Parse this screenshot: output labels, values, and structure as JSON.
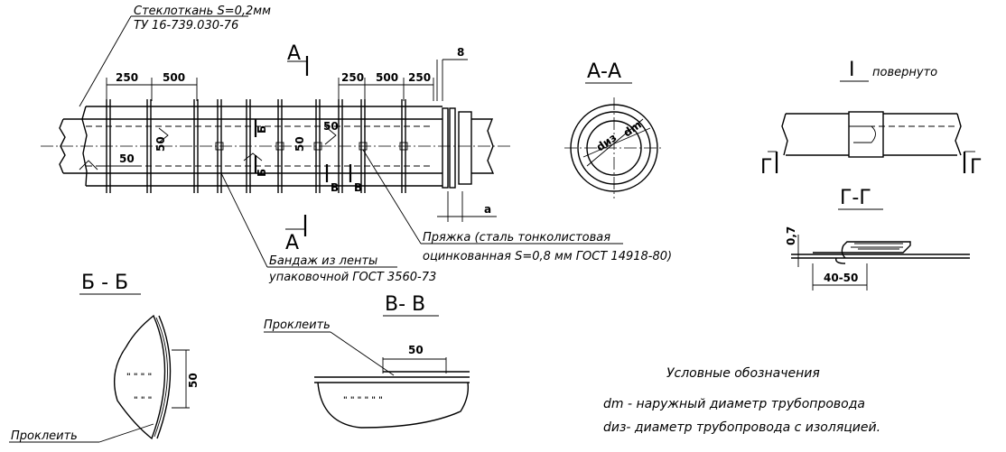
{
  "labels": {
    "fiberglass_fabric": "Стеклоткань S=0,2мм",
    "fiberglass_spec": "ТУ 16-739.030-76",
    "buckle_line1": "Пряжка (сталь тонколистовая",
    "buckle_line2": "оцинкованная S=0,8 мм ГОСТ 14918-80)",
    "band_line1": "Бандаж из ленты",
    "band_line2": "упаковочной ГОСТ 3560-73",
    "glue_1": "Проклеить",
    "glue_2": "Проклеить"
  },
  "sections": {
    "aa_marker": "А",
    "aa_title": "А-А",
    "bb_title": "Б - Б",
    "vv_title": "В- В",
    "gg_title": "Г-Г",
    "gg_marker": "Г",
    "detail_numeral": "I",
    "detail_note": "повернуто",
    "b_marker": "Б",
    "v_marker": "В"
  },
  "dimensions": {
    "d250_left": "250",
    "d500_left": "500",
    "d250_right_a": "250",
    "d500_right": "500",
    "d250_right_b": "250",
    "d8": "8",
    "d50_lower": "50",
    "d50_vertical": "50",
    "d50_upper": "50",
    "d50_small": "50",
    "da": "а",
    "dmin_label": "dиз",
    "dmax_label": "dm",
    "d07": "0,7",
    "d4050": "40-50",
    "d50_bb": "50",
    "d50_vv": "50"
  },
  "legend": {
    "title": "Условные обозначения",
    "line1": "dm - наружный диаметр трубопровода",
    "line2": "dиз- диаметр трубопровода с изоляцией."
  }
}
